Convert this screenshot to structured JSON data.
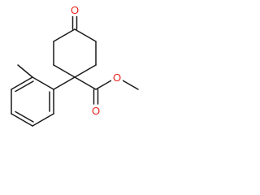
{
  "molecule": {
    "atoms": {
      "ketone_oxygen": {
        "symbol": "O",
        "color": "#e8221a"
      },
      "carbonyl_oxygen": {
        "symbol": "O",
        "color": "#e8221a"
      },
      "ester_oxygen": {
        "symbol": "O",
        "color": "#e8221a"
      }
    },
    "bond_color": "#1a1a1a"
  }
}
